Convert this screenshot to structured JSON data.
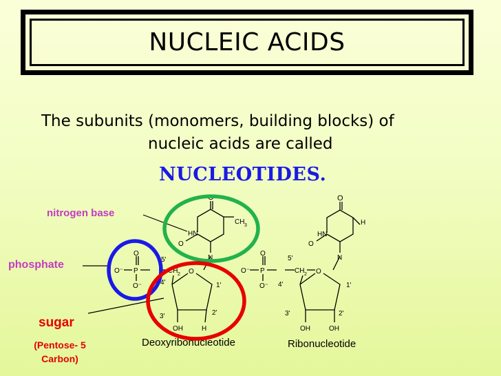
{
  "slide": {
    "title": "NUCLEIC ACIDS",
    "subtitle_line1": "The subunits (monomers, building blocks) of",
    "subtitle_line2": "nucleic acids are called",
    "keyword": "NUCLEOTIDES."
  },
  "labels": {
    "nitrogen_base": "nitrogen base",
    "phosphate": "phosphate",
    "sugar": "sugar",
    "pentose": "(Pentose- 5 Carbon)"
  },
  "deoxy": {
    "caption": "Deoxyribonucleotide",
    "atoms": {
      "o_top": "O",
      "o_left": "O",
      "ch3": "CH",
      "ch3_sub": "3",
      "hn": "HN",
      "n": "N",
      "p": "P",
      "o_p_top": "O",
      "o_p_bot": "O⁻",
      "o_p_left": "O⁻",
      "ch2": "CH",
      "ch2_sub": "2",
      "ring_o": "O",
      "c5": "5'",
      "c4": "4'",
      "c3": "3'",
      "c2": "2'",
      "c1": "1'",
      "oh": "OH",
      "h": "H"
    }
  },
  "ribo": {
    "caption": "Ribonucleotide",
    "atoms": {
      "o_top": "O",
      "o_left": "O",
      "h_top": "H",
      "hn": "HN",
      "n": "N",
      "p": "P",
      "o_p_top": "O",
      "o_p_bot": "O⁻",
      "o_p_left": "O⁻",
      "ch2": "CH",
      "ch2_sub": "2",
      "ring_o": "O",
      "c5": "5'",
      "c4": "4'",
      "c3": "3'",
      "c2": "2'",
      "c1": "1'",
      "oh1": "OH",
      "oh2": "OH"
    }
  },
  "colors": {
    "title_border": "#000000",
    "keyword": "#1a1ae6",
    "label_magenta": "#c23cc2",
    "label_red": "#e60000",
    "circle_blue": "#1a1ae6",
    "circle_green": "#22b24c",
    "circle_red": "#e60000"
  }
}
